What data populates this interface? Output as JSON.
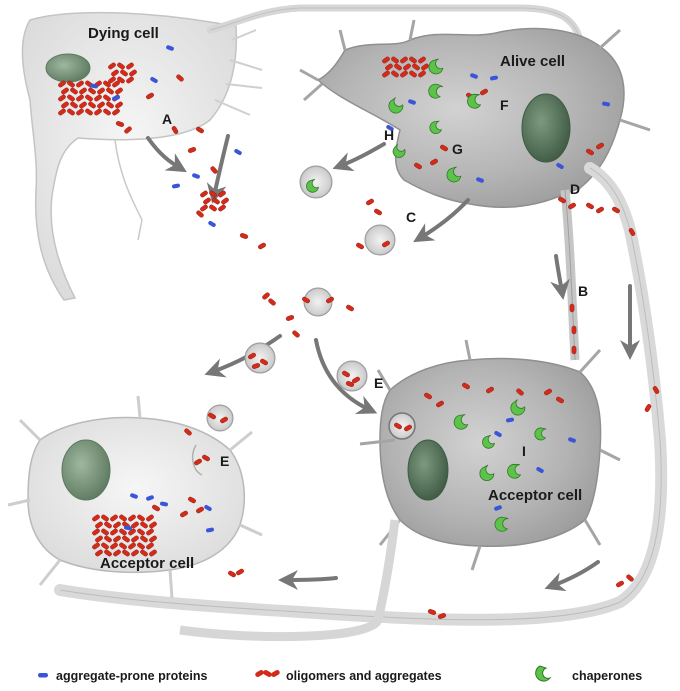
{
  "cells": {
    "dying": "Dying cell",
    "alive": "Alive cell",
    "acceptor_right": "Acceptor cell",
    "acceptor_left": "Acceptor cell"
  },
  "letters": {
    "A": "A",
    "B": "B",
    "C": "C",
    "D": "D",
    "E_mid": "E",
    "E_left": "E",
    "F": "F",
    "G": "G",
    "H": "H",
    "I": "I"
  },
  "legend": {
    "proteins": "aggregate-prone proteins",
    "oligomers": "oligomers and aggregates",
    "chaperones": "chaperones"
  },
  "colors": {
    "protein": "#3a55d8",
    "oligomer": "#d42a1a",
    "chaperone": "#5cc24a",
    "nucleus": "#6f8f70",
    "cell_light": "#ececec",
    "cell_dark": "#a9a9a9",
    "arrow": "#777777"
  }
}
